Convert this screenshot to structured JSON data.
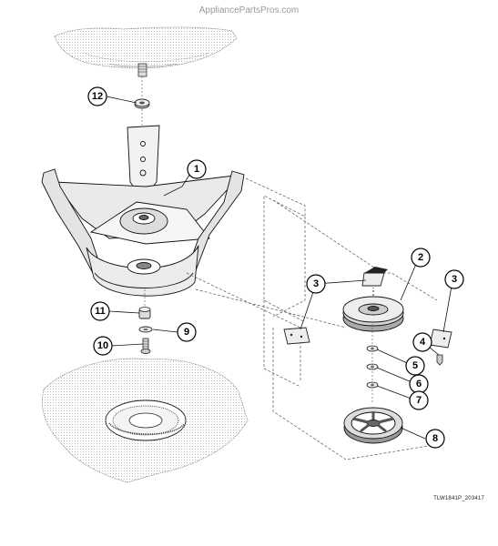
{
  "watermark": "AppliancePartsPros.com",
  "drawing_code": "TLW1841P_203417",
  "callouts": [
    "1",
    "2",
    "3",
    "3",
    "4",
    "5",
    "6",
    "7",
    "8",
    "9",
    "10",
    "11",
    "12"
  ]
}
